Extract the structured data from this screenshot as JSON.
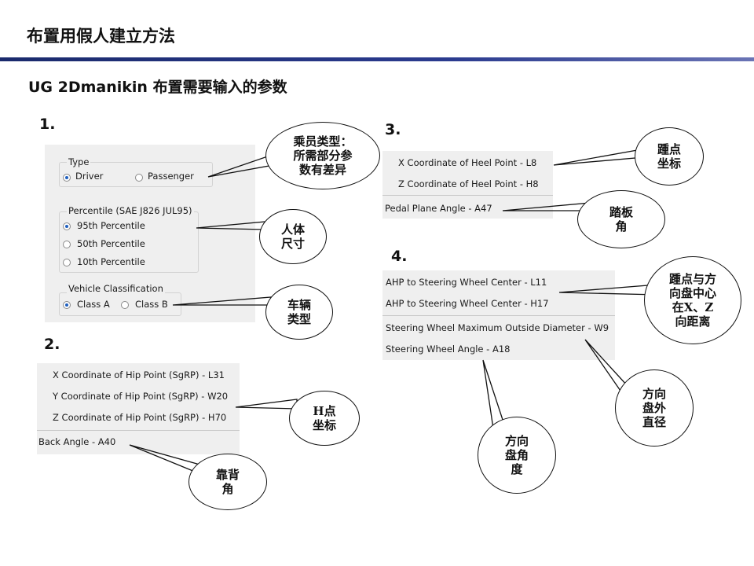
{
  "slide": {
    "title": "布置用假人建立方法",
    "subtitle": "UG 2Dmanikin 布置需要输入的参数"
  },
  "section1": {
    "number": "1.",
    "type_group": {
      "label": "Type",
      "options": [
        "Driver",
        "Passenger"
      ],
      "selected": "Driver"
    },
    "percentile_group": {
      "label": "Percentile (SAE J826 JUL95)",
      "options": [
        "95th Percentile",
        "50th Percentile",
        "10th Percentile"
      ],
      "selected": "95th Percentile"
    },
    "vehicle_group": {
      "label": "Vehicle Classification",
      "options": [
        "Class A",
        "Class B"
      ],
      "selected": "Class A"
    }
  },
  "section2": {
    "number": "2.",
    "fields": [
      "X Coordinate of Hip Point (SgRP) - L31",
      "Y Coordinate of Hip Point (SgRP) - W20",
      "Z Coordinate of Hip Point (SgRP) - H70"
    ],
    "back_angle": "Back Angle - A40"
  },
  "section3": {
    "number": "3.",
    "fields": [
      "X Coordinate of Heel Point - L8",
      "Z Coordinate of Heel Point - H8"
    ],
    "pedal": "Pedal Plane Angle - A47"
  },
  "section4": {
    "number": "4.",
    "fields": [
      "AHP to Steering Wheel Center - L11",
      "AHP to Steering Wheel Center - H17"
    ],
    "diameter": "Steering Wheel Maximum Outside Diameter - W9",
    "angle": "Steering Wheel Angle - A18"
  },
  "callouts": {
    "occupant_type": "乘员类型：\n所需部分参\n数有差异",
    "body_size": "人体\n尺寸",
    "vehicle_type": "车辆\n类型",
    "h_point": "H点\n坐标",
    "back_angle": "靠背\n角",
    "heel_point": "踵点\n坐标",
    "pedal_angle": "踏板\n角",
    "heel_to_wheel": "踵点与方\n向盘中心\n在X、Z\n向距离",
    "wheel_diameter": "方向\n盘外\n直径",
    "wheel_angle": "方向\n盘角\n度"
  },
  "colors": {
    "title_rule": "#1a2a6c",
    "panel_bg": "#efefef",
    "radio_selected": "#1f5fbf"
  }
}
